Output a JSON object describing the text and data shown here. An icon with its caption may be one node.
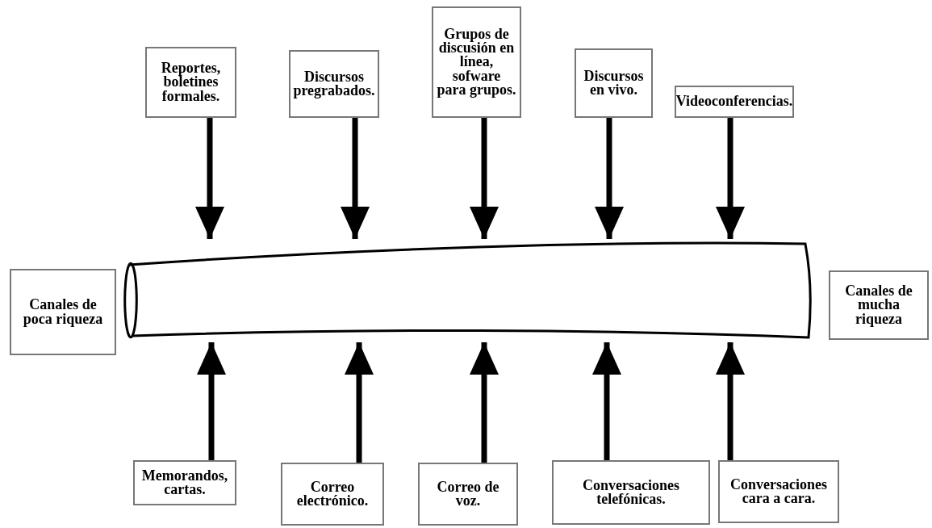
{
  "diagram": {
    "nodes": [
      {
        "text": [
          "Reportes, boletines formales."
        ]
      },
      {
        "text": [
          "Discursos pregrabados."
        ]
      },
      {
        "text": [
          "Grupos de discusión en línea, sofware para grupos."
        ]
      },
      {
        "text": [
          "Discursos en vivo."
        ]
      },
      {
        "text": [
          "Videoconferencias."
        ]
      },
      {
        "text": [
          "Canales de poca riqueza"
        ]
      },
      {
        "text": [],
        "shape": "cylinder"
      },
      {
        "text": [
          "Canales de mucha riqueza"
        ]
      },
      {
        "text": [
          "Memorandos, cartas."
        ]
      },
      {
        "text": [
          "Correo electrónico."
        ]
      },
      {
        "text": [
          "Correo de voz."
        ]
      },
      {
        "text": [
          "Conversaciones telefónicas."
        ]
      },
      {
        "text": [
          "Conversaciones cara a cara."
        ]
      }
    ],
    "edges": [
      {
        "from": 0,
        "to": 6,
        "arrow": "to"
      },
      {
        "from": 1,
        "to": 6,
        "arrow": "to"
      },
      {
        "from": 2,
        "to": 6,
        "arrow": "to"
      },
      {
        "from": 3,
        "to": 6,
        "arrow": "to"
      },
      {
        "from": 4,
        "to": 6,
        "arrow": "to"
      },
      {
        "from": 8,
        "to": 6,
        "arrow": "to"
      },
      {
        "from": 9,
        "to": 6,
        "arrow": "to"
      },
      {
        "from": 10,
        "to": 6,
        "arrow": "to"
      },
      {
        "from": 11,
        "to": 6,
        "arrow": "to"
      },
      {
        "from": 12,
        "to": 6,
        "arrow": "to"
      }
    ]
  }
}
